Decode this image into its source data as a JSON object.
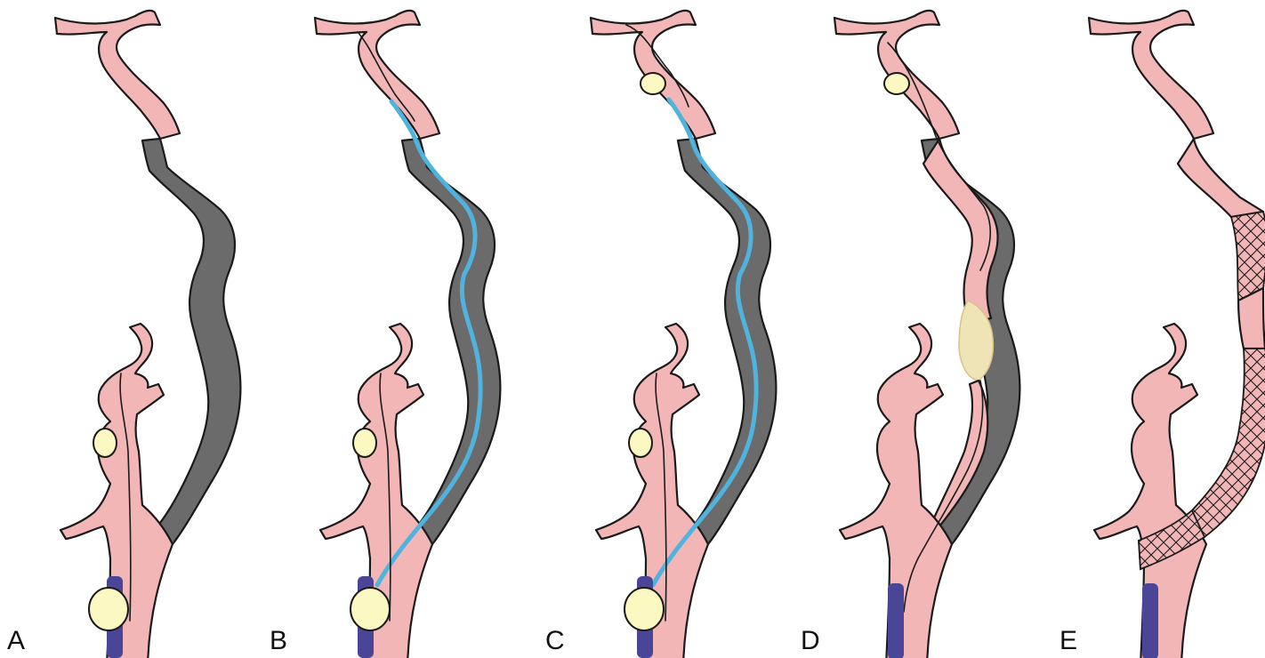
{
  "panels": [
    {
      "id": "a",
      "label": "A"
    },
    {
      "id": "b",
      "label": "B"
    },
    {
      "id": "c",
      "label": "C"
    },
    {
      "id": "d",
      "label": "D"
    },
    {
      "id": "e",
      "label": "E"
    }
  ],
  "colors": {
    "vessel": "#f2b6b6",
    "occlusion": "#6b6b6b",
    "guidewire": "#4fb3de",
    "balloon": "#fbf8c2",
    "catheter": "#4b4597",
    "clot": "#efe4b5",
    "outline": "#1a1a1a"
  }
}
